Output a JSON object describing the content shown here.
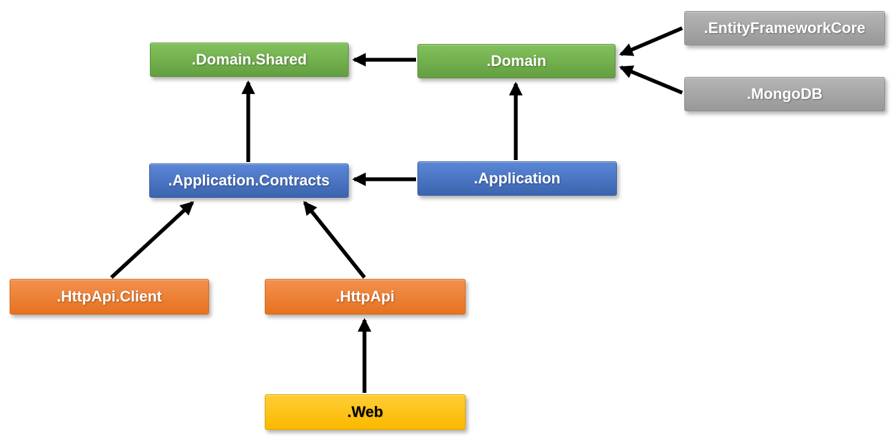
{
  "diagram": {
    "background": "#FFFFFF",
    "arrow_color": "#000000",
    "nodes": [
      {
        "id": "domain-shared",
        "label": ".Domain.Shared",
        "fill": "#70AD47",
        "text_color": "#FFFFFF"
      },
      {
        "id": "domain",
        "label": ".Domain",
        "fill": "#70AD47",
        "text_color": "#FFFFFF"
      },
      {
        "id": "entity-framework-core",
        "label": ".EntityFrameworkCore",
        "fill": "#A5A5A5",
        "text_color": "#FFFFFF"
      },
      {
        "id": "mongodb",
        "label": ".MongoDB",
        "fill": "#A5A5A5",
        "text_color": "#FFFFFF"
      },
      {
        "id": "application-contracts",
        "label": ".Application.Contracts",
        "fill": "#4472C4",
        "text_color": "#FFFFFF"
      },
      {
        "id": "application",
        "label": ".Application",
        "fill": "#4472C4",
        "text_color": "#FFFFFF"
      },
      {
        "id": "httpapi-client",
        "label": ".HttpApi.Client",
        "fill": "#ED7D31",
        "text_color": "#FFFFFF"
      },
      {
        "id": "httpapi",
        "label": ".HttpApi",
        "fill": "#ED7D31",
        "text_color": "#FFFFFF"
      },
      {
        "id": "web",
        "label": ".Web",
        "fill": "#FFC000",
        "text_color": "#000000"
      }
    ],
    "edges": [
      {
        "from": ".Domain",
        "to": ".Domain.Shared"
      },
      {
        "from": ".EntityFrameworkCore",
        "to": ".Domain"
      },
      {
        "from": ".MongoDB",
        "to": ".Domain"
      },
      {
        "from": ".Application.Contracts",
        "to": ".Domain.Shared"
      },
      {
        "from": ".Application",
        "to": ".Domain"
      },
      {
        "from": ".Application",
        "to": ".Application.Contracts"
      },
      {
        "from": ".HttpApi.Client",
        "to": ".Application.Contracts"
      },
      {
        "from": ".HttpApi",
        "to": ".Application.Contracts"
      },
      {
        "from": ".Web",
        "to": ".HttpApi"
      }
    ]
  }
}
